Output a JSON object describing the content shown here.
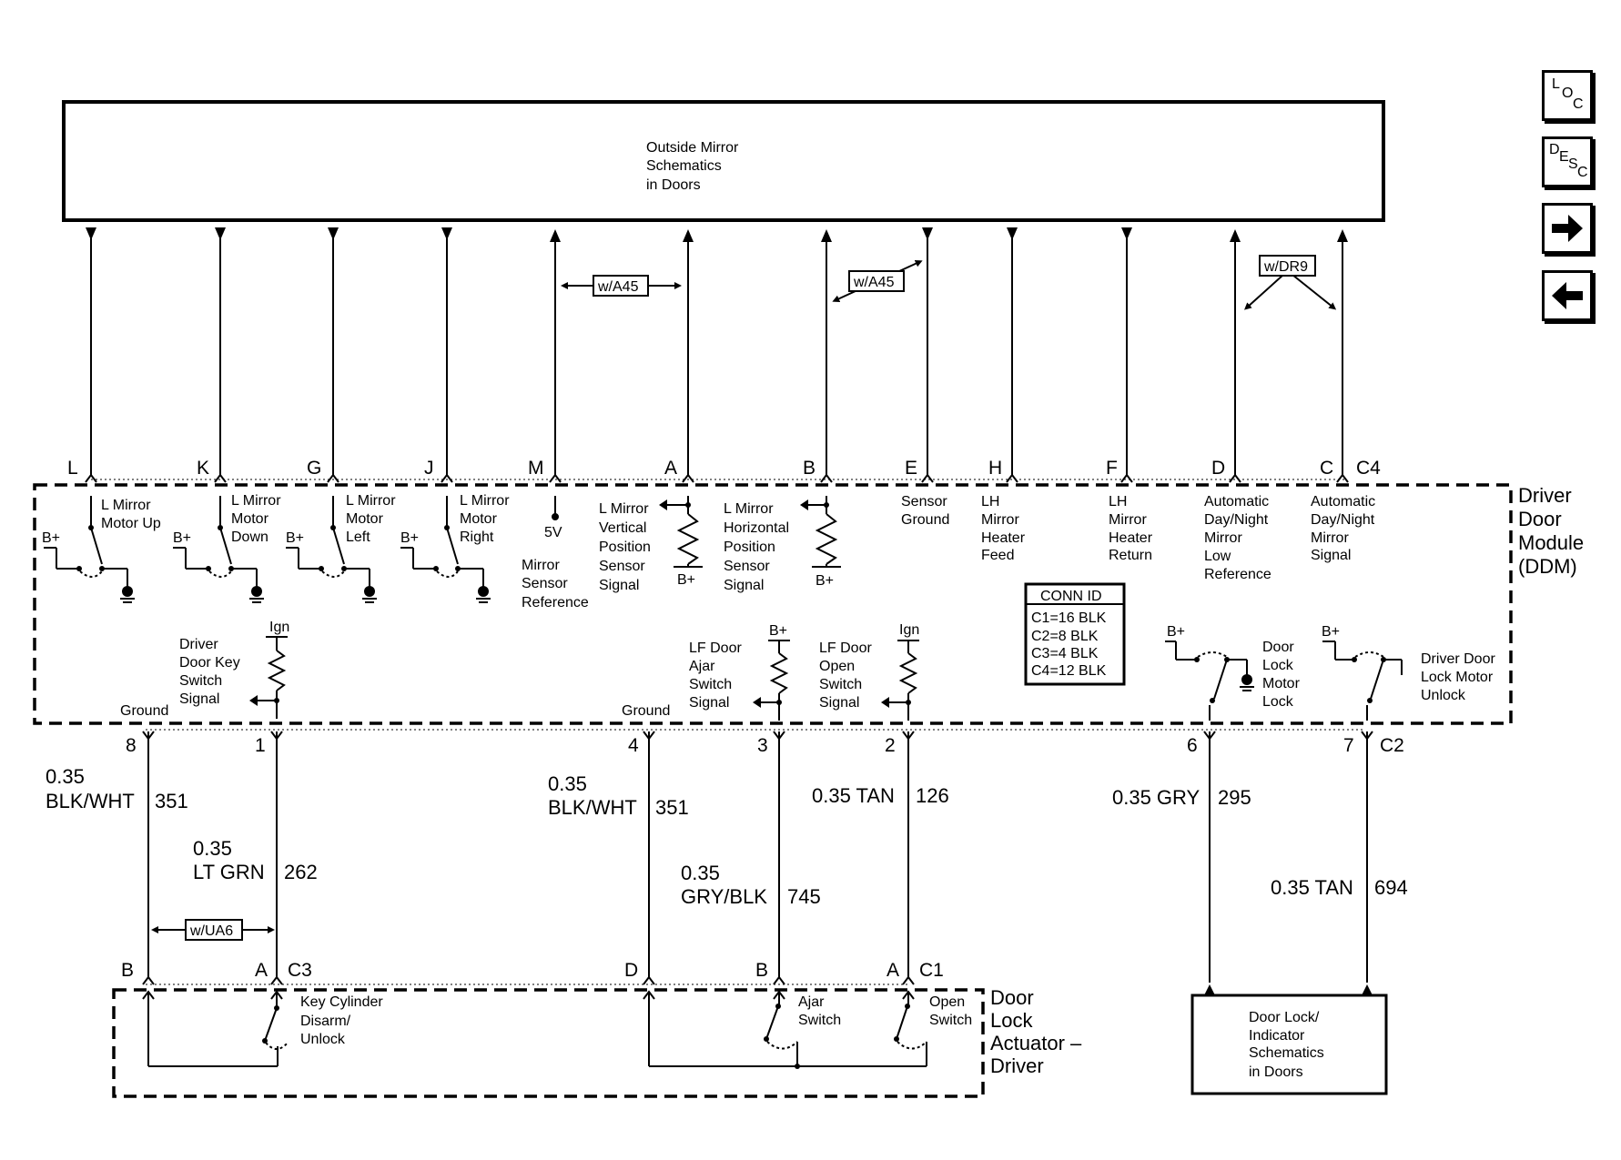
{
  "top_box": {
    "label": [
      "Outside Mirror",
      "Schematics",
      "in Doors"
    ]
  },
  "bottom_box": {
    "label": [
      "Door Lock/",
      "Indicator",
      "Schematics",
      "in Doors"
    ]
  },
  "option_tags": {
    "a45_left": "w/A45",
    "a45_right": "w/A45",
    "dr9": "w/DR9",
    "ua6": "w/UA6"
  },
  "pins": {
    "top": [
      "L",
      "K",
      "G",
      "J",
      "M",
      "A",
      "B",
      "E",
      "H",
      "F",
      "D",
      "C"
    ],
    "top_connector": "C4",
    "ddm_bottom": [
      "8",
      "1",
      "4",
      "3",
      "2",
      "6",
      "7"
    ],
    "ddm_bottom_connector": "C2",
    "actuator_c3": [
      "B",
      "A"
    ],
    "actuator_c3_connector": "C3",
    "actuator_c1": [
      "D",
      "B",
      "A"
    ],
    "actuator_c1_connector": "C1"
  },
  "ddm": {
    "title": [
      "Driver",
      "Door",
      "Module",
      "(DDM)"
    ],
    "circuits": {
      "mirror_up": [
        "L Mirror",
        "Motor Up"
      ],
      "mirror_down": [
        "L Mirror",
        "Motor",
        "Down"
      ],
      "mirror_left": [
        "L Mirror",
        "Motor",
        "Left"
      ],
      "mirror_right": [
        "L Mirror",
        "Motor",
        "Right"
      ],
      "sensor_ref_volt": "5V",
      "sensor_ref": [
        "Mirror",
        "Sensor",
        "Reference"
      ],
      "vertical_sensor": [
        "L Mirror",
        "Vertical",
        "Position",
        "Sensor",
        "Signal"
      ],
      "horizontal_sensor": [
        "L Mirror",
        "Horizontal",
        "Position",
        "Sensor",
        "Signal"
      ],
      "sensor_ground": [
        "Sensor",
        "Ground"
      ],
      "heater_feed": [
        "LH",
        "Mirror",
        "Heater",
        "Feed"
      ],
      "heater_return": [
        "LH",
        "Mirror",
        "Heater",
        "Return"
      ],
      "auto_low_ref": [
        "Automatic",
        "Day/Night",
        "Mirror",
        "Low",
        "Reference"
      ],
      "auto_signal": [
        "Automatic",
        "Day/Night",
        "Mirror",
        "Signal"
      ],
      "key_switch": [
        "Driver",
        "Door Key",
        "Switch",
        "Signal"
      ],
      "ajar_switch": [
        "LF Door",
        "Ajar",
        "Switch",
        "Signal"
      ],
      "open_switch": [
        "LF Door",
        "Open",
        "Switch",
        "Signal"
      ],
      "lock_motor_lock": [
        "Door",
        "Lock",
        "Motor",
        "Lock"
      ],
      "lock_motor_unlock": [
        "Driver Door",
        "Lock Motor",
        "Unlock"
      ],
      "ground_left": "Ground",
      "ground_mid": "Ground"
    },
    "supply_bplus": "B+",
    "supply_ign": "Ign"
  },
  "conn_id": {
    "title": "CONN ID",
    "rows": [
      "C1=16 BLK",
      "C2=8 BLK",
      "C3=4 BLK",
      "C4=12 BLK"
    ]
  },
  "wires": {
    "w8": {
      "gauge": "0.35",
      "color": "BLK/WHT",
      "circuit": "351"
    },
    "w1": {
      "gauge": "0.35",
      "color": "LT GRN",
      "circuit": "262"
    },
    "w4": {
      "gauge": "0.35",
      "color": "BLK/WHT",
      "circuit": "351"
    },
    "w3": {
      "gauge": "0.35",
      "color": "GRY/BLK",
      "circuit": "745"
    },
    "w2": {
      "spec": "0.35 TAN",
      "circuit": "126"
    },
    "w6": {
      "spec": "0.35 GRY",
      "circuit": "295"
    },
    "w7": {
      "spec": "0.35 TAN",
      "circuit": "694"
    }
  },
  "actuator": {
    "title": [
      "Door",
      "Lock",
      "Actuator –",
      "Driver"
    ],
    "key_cylinder": [
      "Key Cylinder",
      "Disarm/",
      "Unlock"
    ],
    "ajar": [
      "Ajar",
      "Switch"
    ],
    "open": [
      "Open",
      "Switch"
    ]
  },
  "nav": {
    "loc": [
      "L",
      "O",
      "C"
    ],
    "desc": [
      "D",
      "E",
      "S",
      "C"
    ],
    "forward_icon": "arrow-right-icon",
    "back_icon": "arrow-left-icon"
  }
}
